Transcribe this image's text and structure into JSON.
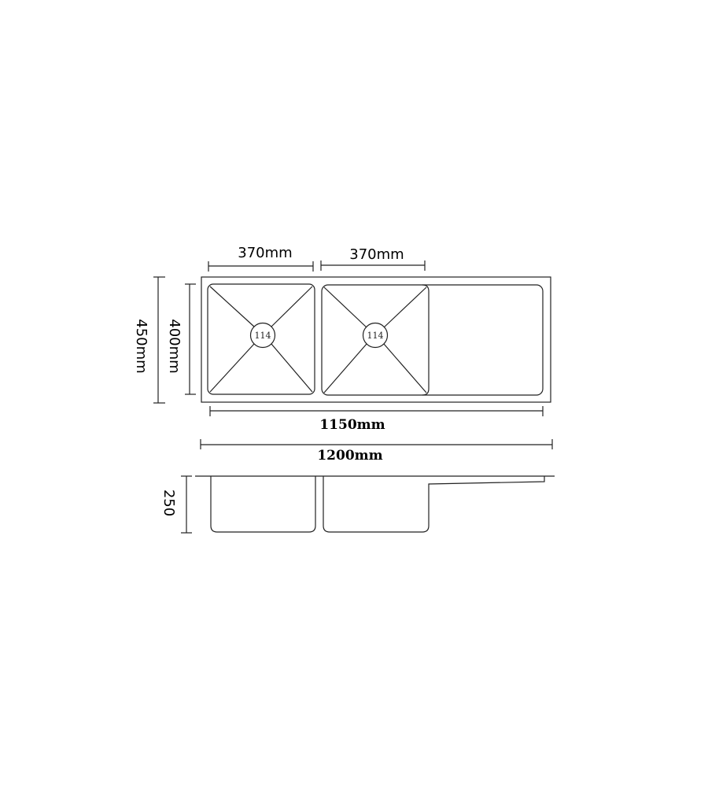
{
  "dimensions": {
    "bowl1_width": "370mm",
    "bowl2_width": "370mm",
    "overall_depth": "450mm",
    "bowl_depth": "400mm",
    "inner_length": "1150mm",
    "overall_length": "1200mm",
    "height": "250"
  },
  "drains": [
    "114",
    "114"
  ]
}
